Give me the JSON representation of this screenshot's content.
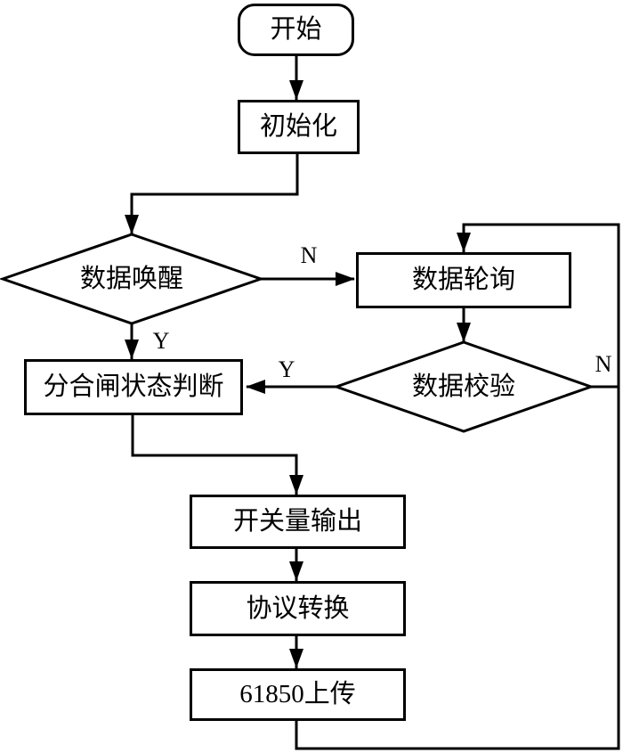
{
  "flowchart": {
    "nodes": {
      "start": {
        "label": "开始",
        "shape": "rounded-terminator"
      },
      "init": {
        "label": "初始化",
        "shape": "process"
      },
      "wake": {
        "label": "数据唤醒",
        "shape": "decision"
      },
      "poll": {
        "label": "数据轮询",
        "shape": "process"
      },
      "verify": {
        "label": "数据校验",
        "shape": "decision"
      },
      "state": {
        "label": "分合闸状态判断",
        "shape": "process"
      },
      "output": {
        "label": "开关量输出",
        "shape": "process"
      },
      "protocol": {
        "label": "协议转换",
        "shape": "process"
      },
      "upload": {
        "label": "61850上传",
        "shape": "process"
      }
    },
    "edge_labels": {
      "wake_no": "N",
      "wake_yes": "Y",
      "verify_yes": "Y",
      "verify_no": "N"
    },
    "edges": [
      {
        "from": "start",
        "to": "init",
        "label": ""
      },
      {
        "from": "init",
        "to": "wake",
        "label": ""
      },
      {
        "from": "wake",
        "to": "poll",
        "label": "N"
      },
      {
        "from": "wake",
        "to": "state",
        "label": "Y"
      },
      {
        "from": "poll",
        "to": "verify",
        "label": ""
      },
      {
        "from": "verify",
        "to": "state",
        "label": "Y"
      },
      {
        "from": "verify",
        "to": "poll",
        "label": "N"
      },
      {
        "from": "state",
        "to": "output",
        "label": ""
      },
      {
        "from": "output",
        "to": "protocol",
        "label": ""
      },
      {
        "from": "protocol",
        "to": "upload",
        "label": ""
      },
      {
        "from": "upload",
        "to": "poll",
        "label": ""
      }
    ],
    "colors": {
      "stroke": "#000000",
      "background": "#ffffff",
      "text": "#000000"
    }
  }
}
